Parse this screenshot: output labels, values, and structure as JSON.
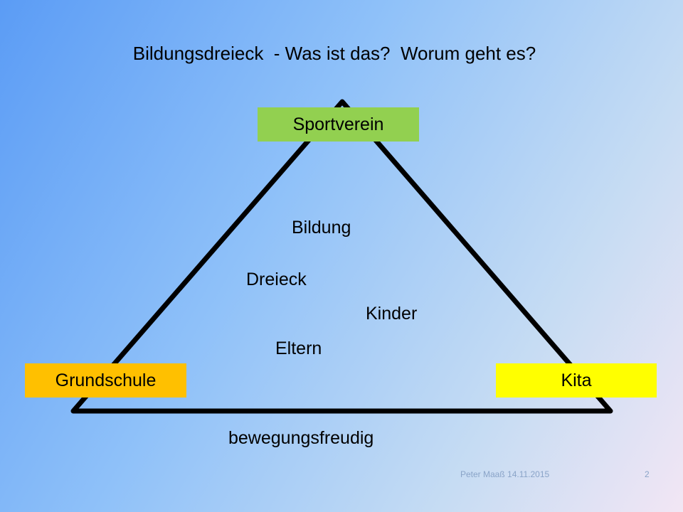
{
  "slide": {
    "title": "Bildungsdreieck  - Was ist das?  Worum geht es?",
    "vertices": {
      "top": {
        "label": "Sportverein",
        "color": "#92d050"
      },
      "left": {
        "label": "Grundschule",
        "color": "#ffc000"
      },
      "right": {
        "label": "Kita",
        "color": "#ffff00"
      }
    },
    "inner_words": [
      "Bildung",
      "Dreieck",
      "Kinder",
      "Eltern"
    ],
    "bottom_word": "bewegungsfreudig",
    "footer": {
      "author_date": "Peter Maaß 14.11.2015",
      "page_number": "2"
    }
  }
}
